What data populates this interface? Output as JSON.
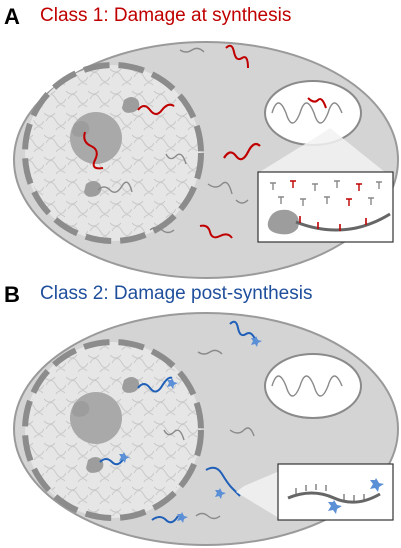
{
  "panels": [
    {
      "letter": "A",
      "title": "Class 1: Damage at synthesis",
      "title_color": "#c00000",
      "rna_color": "#c00000"
    },
    {
      "letter": "B",
      "title": "Class 2: Damage post-synthesis",
      "title_color": "#1f4e9c",
      "rna_color": "#1f5fb8"
    }
  ],
  "colors": {
    "cell_fill": "#d4d4d4",
    "cell_stroke": "#9a9a9a",
    "nucleus_fill": "#e6e6e6",
    "envelope": "#8c8c8c",
    "nucleolus": "#a9a9a9",
    "unmodified_rna": "#8a8a8a",
    "damage_marker_b": "#5b8fd6"
  }
}
